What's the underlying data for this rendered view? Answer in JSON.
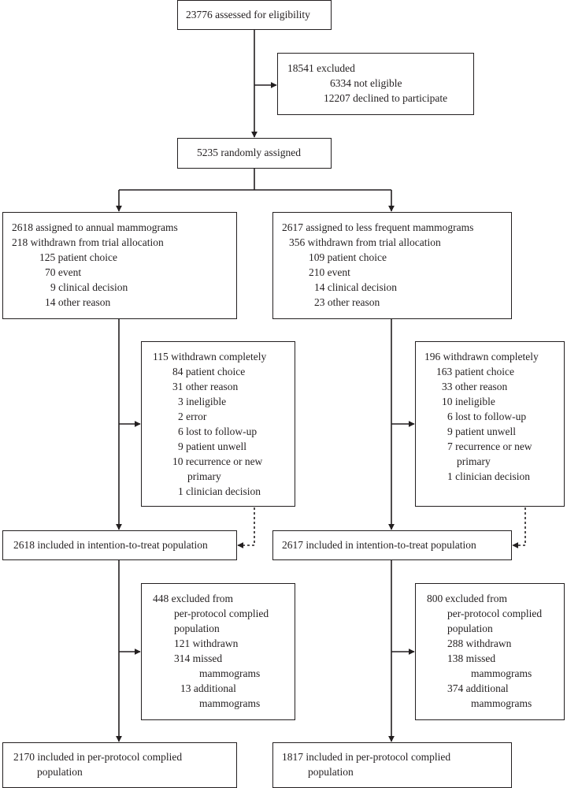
{
  "assessed": {
    "lines": [
      "23776 assessed for eligibility"
    ]
  },
  "excluded": {
    "lines": [
      "18541 excluded",
      "6334 not eligible",
      "12207 declined to participate"
    ]
  },
  "randomised": {
    "lines": [
      "5235 randomly assigned"
    ]
  },
  "annual": {
    "allocation": {
      "lines": [
        "2618 assigned to annual mammograms",
        "218 withdrawn from trial allocation",
        "125 patient choice",
        "70 event",
        "9 clinical decision",
        "14 other reason"
      ]
    },
    "withdrawn": {
      "lines": [
        "115 withdrawn completely",
        "84 patient choice",
        "31 other reason",
        "3 ineligible",
        "2 error",
        "6 lost to follow-up",
        "9 patient unwell",
        "10 recurrence or new",
        "primary",
        "1 clinician decision"
      ]
    },
    "itt": {
      "lines": [
        "2618 included in intention-to-treat population"
      ]
    },
    "pp_excluded": {
      "lines": [
        "448 excluded from",
        "per-protocol complied",
        "population",
        "121 withdrawn",
        "314 missed",
        "mammograms",
        "13 additional",
        "mammograms"
      ]
    },
    "pp": {
      "lines": [
        "2170 included in per-protocol complied",
        "population"
      ]
    }
  },
  "less_frequent": {
    "allocation": {
      "lines": [
        "2617 assigned to less frequent mammograms",
        "356 withdrawn from trial allocation",
        "109 patient choice",
        "210 event",
        "14 clinical decision",
        "23 other reason"
      ]
    },
    "withdrawn": {
      "lines": [
        "196 withdrawn completely",
        "163 patient choice",
        "33 other reason",
        "10 ineligible",
        "6 lost to follow-up",
        "9 patient unwell",
        "7 recurrence or new",
        "primary",
        "1 clinician decision"
      ]
    },
    "itt": {
      "lines": [
        "2617 included in intention-to-treat population"
      ]
    },
    "pp_excluded": {
      "lines": [
        "800 excluded from",
        "per-protocol complied",
        "population",
        "288 withdrawn",
        "138 missed",
        "mammograms",
        "374 additional",
        "mammograms"
      ]
    },
    "pp": {
      "lines": [
        "1817 included in per-protocol complied",
        "population"
      ]
    }
  }
}
